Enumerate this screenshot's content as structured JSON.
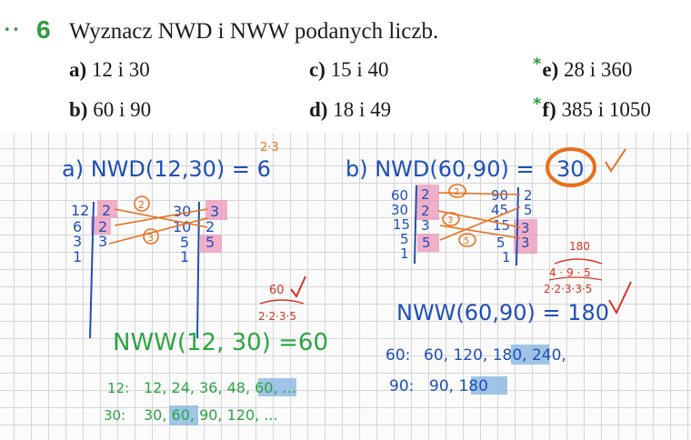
{
  "colors": {
    "accent": "#2f9c3a",
    "ink": "#1b1b1b",
    "blue_pen": "#1f4fb8",
    "green_pen": "#2aa640",
    "red_pen": "#d9331f",
    "orange_pen": "#e8701c",
    "pink_mark": "#ec8fb4",
    "blue_mark": "#8fbbe3"
  },
  "exercise": {
    "dots": "••",
    "number": "6",
    "title": "Wyznacz NWD i NWW podanych liczb.",
    "items": [
      {
        "label": "a)",
        "text": "12 i 30",
        "star": ""
      },
      {
        "label": "b)",
        "text": "60 i 90",
        "star": ""
      },
      {
        "label": "c)",
        "text": "15 i 40",
        "star": ""
      },
      {
        "label": "d)",
        "text": "18 i 49",
        "star": ""
      },
      {
        "label": "e)",
        "text": "28 i 360",
        "star": "*"
      },
      {
        "label": "f)",
        "text": "385 i 1050",
        "star": "*"
      }
    ]
  },
  "handwriting": {
    "a": {
      "header": "a)  NWD(12,30) = 6",
      "above_result": "2·3",
      "left_column": [
        "12",
        "6",
        "3",
        "1"
      ],
      "left_factors": [
        "2",
        "2",
        "3"
      ],
      "right_column": [
        "30",
        "10",
        "5",
        "1"
      ],
      "right_factors": [
        "3",
        "2",
        "5"
      ],
      "circle_1": "2",
      "circle_2": "3",
      "lcm_note_value": "60",
      "lcm_note_product": "2·2·3·5",
      "lcm": "NWW(12, 30) =60",
      "multiples_12_label": "12:",
      "multiples_12": "12, 24, 36, 48, 60, ...",
      "multiples_30_label": "30:",
      "multiples_30": "30, 60, 90, 120, ..."
    },
    "b": {
      "header": "b)  NWD(60,90) =",
      "gcd": "30",
      "left_column": [
        "60",
        "30",
        "15",
        "5",
        "1"
      ],
      "left_factors": [
        "2",
        "2",
        "3",
        "5"
      ],
      "right_column": [
        "90",
        "45",
        "15",
        "5",
        "1"
      ],
      "right_factors": [
        "2",
        "5",
        "3",
        "3"
      ],
      "circle_1": "2",
      "circle_2": "3",
      "circle_3": "5",
      "lcm_note_value": "180",
      "lcm_note_group": "4 · 9 · 5",
      "lcm_note_product": "2·2·3·3·5",
      "lcm": "NWW(60,90) = 180",
      "multiples_60_label": "60:",
      "multiples_60": "60, 120, 180, 240,",
      "multiples_90_label": "90:",
      "multiples_90": "90, 180"
    }
  }
}
